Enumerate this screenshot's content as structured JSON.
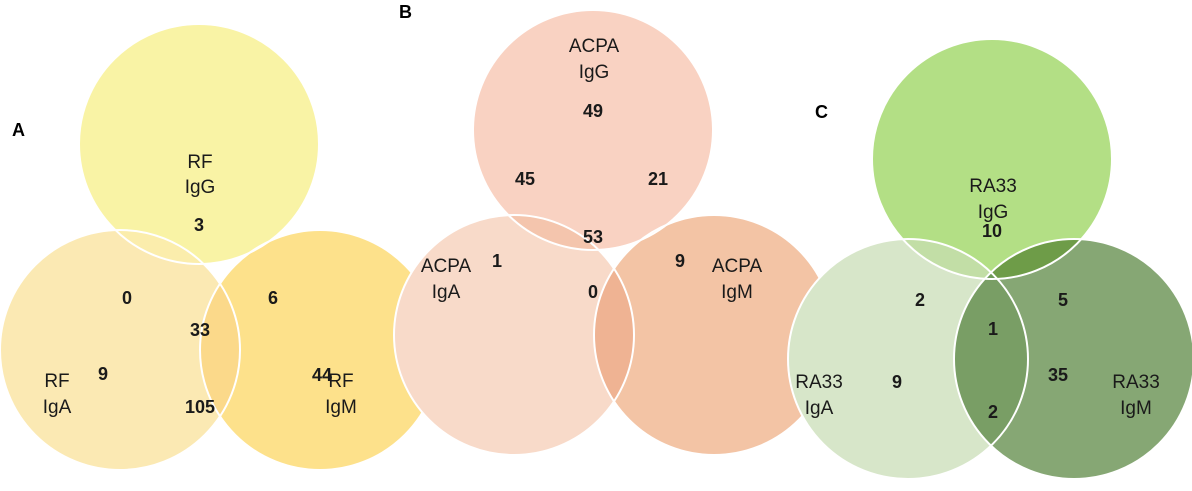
{
  "panels": [
    {
      "letter": "A",
      "colors": {
        "top": "#f9f3a5",
        "left": "#fbe9b3",
        "right": "#fde18b",
        "top_left": "#fbedac",
        "top_right": "#fde484",
        "left_right": "#fbd98a",
        "center": "#fbd97c"
      },
      "labels": {
        "top": [
          "RF",
          "IgG"
        ],
        "left": [
          "RF",
          "IgA"
        ],
        "right": [
          "RF",
          "IgM"
        ]
      },
      "counts": {
        "top": "3",
        "left": "9",
        "right": "44",
        "top_left": "0",
        "top_right": "6",
        "left_right": "105",
        "center": "33"
      }
    },
    {
      "letter": "B",
      "colors": {
        "top": "#f9d2c2",
        "left": "#f8dac9",
        "right": "#f3c4a5",
        "top_left": "#f4c5ad",
        "top_right": "#f0b28f",
        "left_right": "#efb393",
        "center": "#eda888"
      },
      "labels": {
        "top": [
          "ACPA",
          "IgG"
        ],
        "left": [
          "ACPA",
          "IgA"
        ],
        "right": [
          "ACPA",
          "IgM"
        ]
      },
      "counts": {
        "top": "49",
        "left": "1",
        "right": "9",
        "top_left": "45",
        "top_right": "21",
        "left_right": "0",
        "center": "53"
      }
    },
    {
      "letter": "C",
      "colors": {
        "top": "#b3df85",
        "left": "#d7e6c9",
        "right": "#86a774",
        "top_left": "#c2dea6",
        "top_right": "#6e9c48",
        "left_right": "#799e65",
        "center": "#6e9a58"
      },
      "labels": {
        "top": [
          "RA33",
          "IgG"
        ],
        "left": [
          "RA33",
          "IgA"
        ],
        "right": [
          "RA33",
          "IgM"
        ]
      },
      "counts": {
        "top": "10",
        "left": "9",
        "right": "35",
        "top_left": "2",
        "top_right": "5",
        "left_right": "2",
        "center": "1"
      }
    }
  ]
}
